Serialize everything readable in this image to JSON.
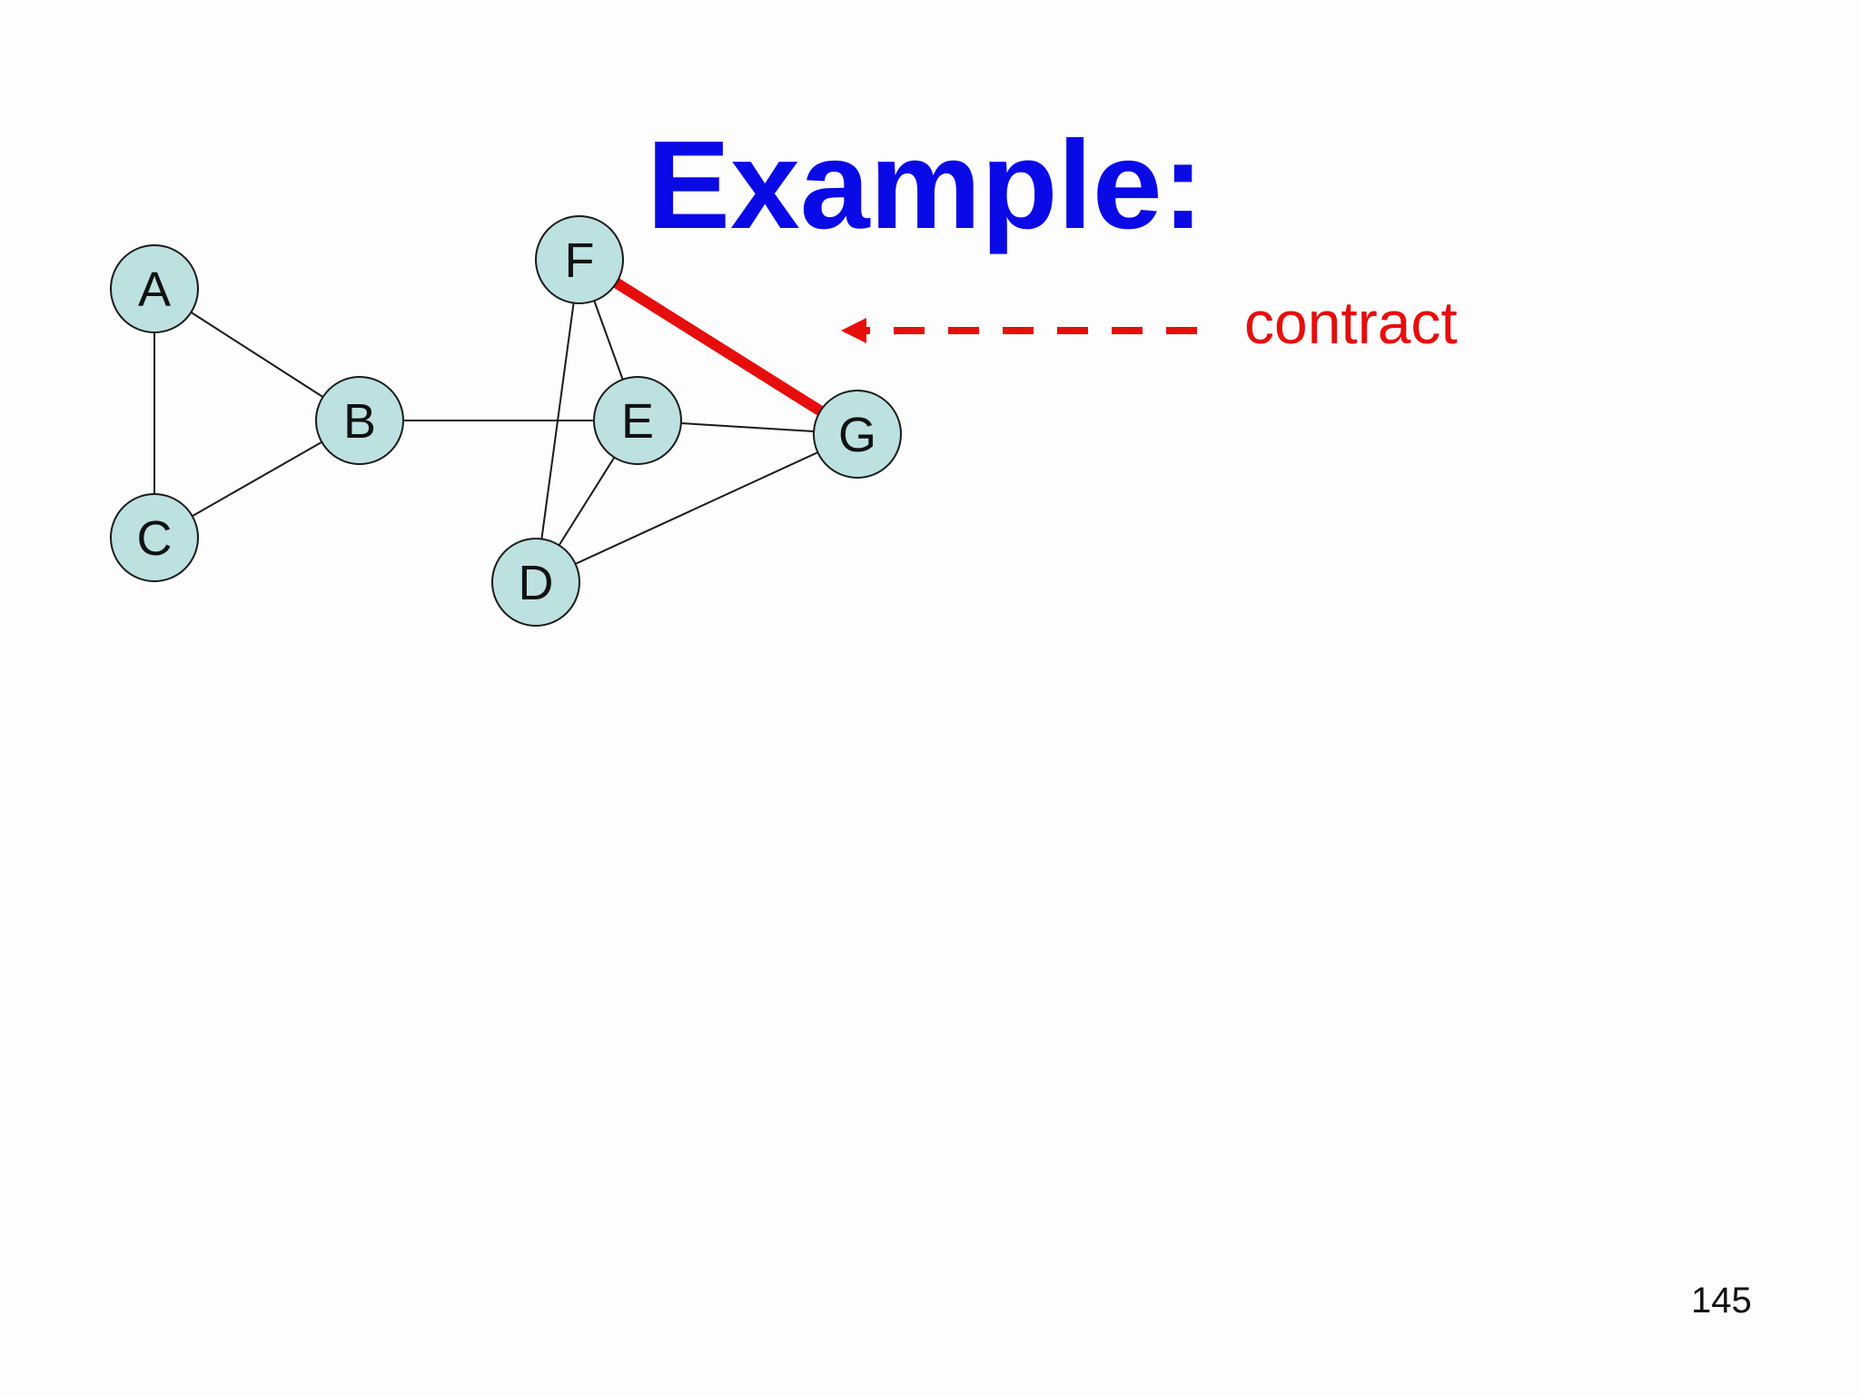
{
  "slide": {
    "title": "Example:",
    "annotation": "contract",
    "page_number": "145"
  },
  "graph": {
    "nodes": [
      {
        "id": "A",
        "label": "A"
      },
      {
        "id": "B",
        "label": "B"
      },
      {
        "id": "C",
        "label": "C"
      },
      {
        "id": "D",
        "label": "D"
      },
      {
        "id": "E",
        "label": "E"
      },
      {
        "id": "F",
        "label": "F"
      },
      {
        "id": "G",
        "label": "G"
      }
    ],
    "edges": [
      {
        "from": "A",
        "to": "B",
        "highlighted": false
      },
      {
        "from": "A",
        "to": "C",
        "highlighted": false
      },
      {
        "from": "B",
        "to": "C",
        "highlighted": false
      },
      {
        "from": "B",
        "to": "E",
        "highlighted": false
      },
      {
        "from": "F",
        "to": "E",
        "highlighted": false
      },
      {
        "from": "F",
        "to": "D",
        "highlighted": false
      },
      {
        "from": "E",
        "to": "D",
        "highlighted": false
      },
      {
        "from": "E",
        "to": "G",
        "highlighted": false
      },
      {
        "from": "D",
        "to": "G",
        "highlighted": false
      },
      {
        "from": "F",
        "to": "G",
        "highlighted": true
      }
    ]
  },
  "colors": {
    "title": "#0a0ae6",
    "highlight": "#e60d0d",
    "node_fill": "#bde0e0",
    "node_stroke": "#1a1a1a",
    "edge": "#1a1a1a"
  }
}
